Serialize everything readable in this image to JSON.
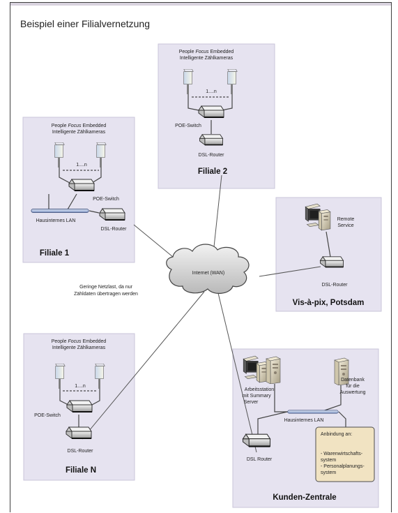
{
  "page_title": "Beispiel einer Filialvernetzung",
  "filiale1": {
    "cam_line1_a": "People ",
    "cam_line1_em": "Focus",
    "cam_line1_b": " Embedded",
    "cam_line2": "Intelligente Zählkameras",
    "count": "1....n",
    "switch": "POE-Switch",
    "lan": "Hausinternes LAN",
    "router": "DSL-Router",
    "name": "Filiale 1"
  },
  "filiale2": {
    "cam_line1_a": "People ",
    "cam_line1_em": "Focus",
    "cam_line1_b": " Embedded",
    "cam_line2": "Intelligente Zählkameras",
    "count": "1....n",
    "switch": "POE-Switch",
    "router": "DSL-Router",
    "name": "Filiale 2"
  },
  "visapix": {
    "remote1": "Remote",
    "remote2": "Service",
    "router": "DSL-Router",
    "name": "Vis-à-pix, Potsdam"
  },
  "filialeN": {
    "cam_line1_a": "People ",
    "cam_line1_em": "Focus",
    "cam_line1_b": " Embedded",
    "cam_line2": "Intelligente Zählkameras",
    "count": "1....n",
    "switch": "POE-Switch",
    "router": "DSL-Router",
    "name": "Filiale N"
  },
  "zentrale": {
    "ws1": "Arbeitsstation",
    "ws2": "mit Summary",
    "ws3": "Server",
    "db1": "Datenbank",
    "db2": "für die",
    "db3": "Auswertung",
    "lan": "Hausinternes LAN",
    "router": "DSL Router",
    "note_title": "Anbindung an:",
    "note1": "- Warenwirtschafts-",
    "note2": "  system",
    "note3": "- Personalplanungs-",
    "note4": "  system",
    "name": "Kunden-Zentrale"
  },
  "cloud_label": "Internet (WAN)",
  "netload1": "Geringe Netzlast, da nur",
  "netload2": "Zähldaten übertragen werden"
}
